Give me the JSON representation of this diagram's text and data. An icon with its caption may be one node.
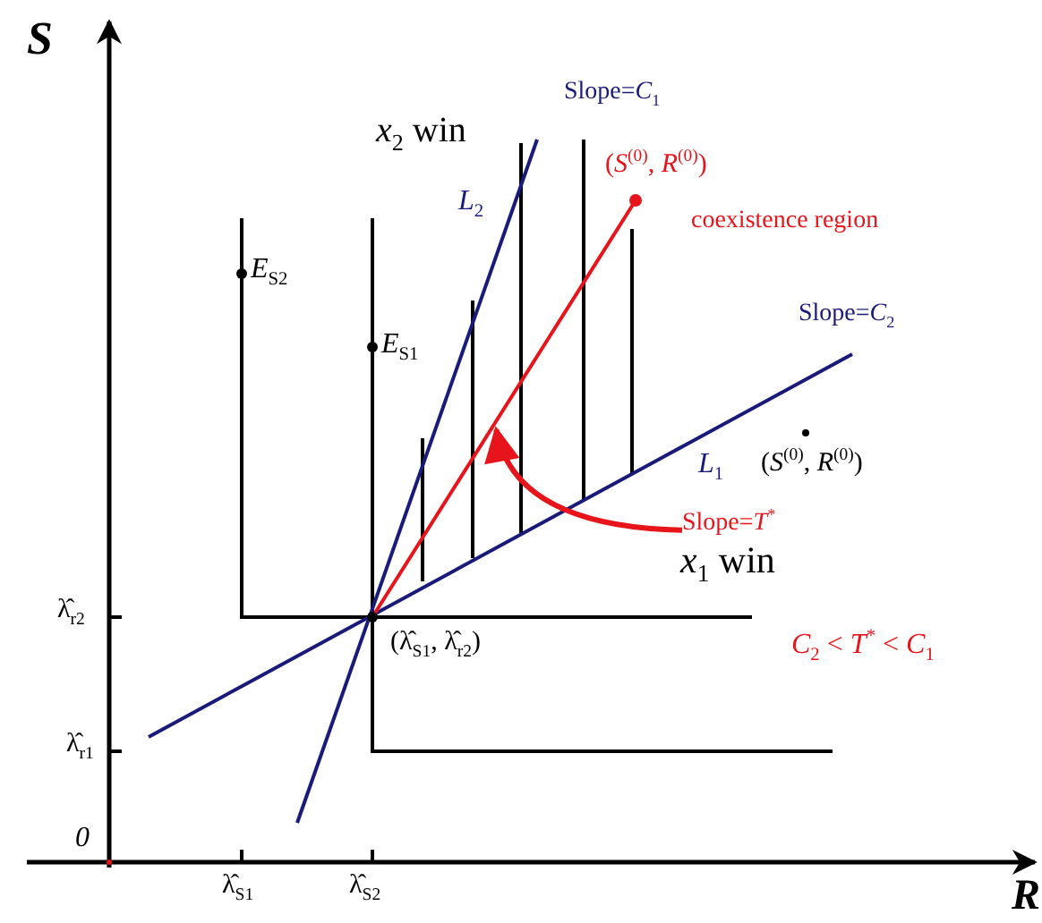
{
  "diagram": {
    "nodes": [
      {
        "text": [
          "Slope=*T*$^{*}$"
        ]
      },
      {
        "text": [
          "*x*$_{1}$ win"
        ]
      },
      {
        "text": [],
        "shape": "line"
      }
    ],
    "edges": [
      {
        "from": 0,
        "to": 2,
        "arrow": "to",
        "color": "#e8141b"
      }
    ],
    "labels": [
      "S",
      "Slope=*C*$_{1}$",
      "*x*$_{2}$ win",
      "*L*$_{2}$",
      "(*S*$^{(0)}$,  *R*$^{(0)}$)",
      "coexistence region",
      "*E*$_{S2}$",
      "*E*$_{S1}$",
      "Slope=*C*$_{2}$",
      "*L*$_{1}$",
      "(*S*$^{(0)}$, *R*$^{(0)}$)",
      "λ̂$_{r2}$",
      "(λ̂$_{S1}$,  λ̂$_{r2}$)",
      "*C*$_{2}$ < *T*$^{*}$ < *C*$_{1}$",
      "λ̂$_{r1}$",
      "0",
      "λ̂$_{S1}$",
      "λ̂$_{S2}$",
      "R"
    ]
  }
}
